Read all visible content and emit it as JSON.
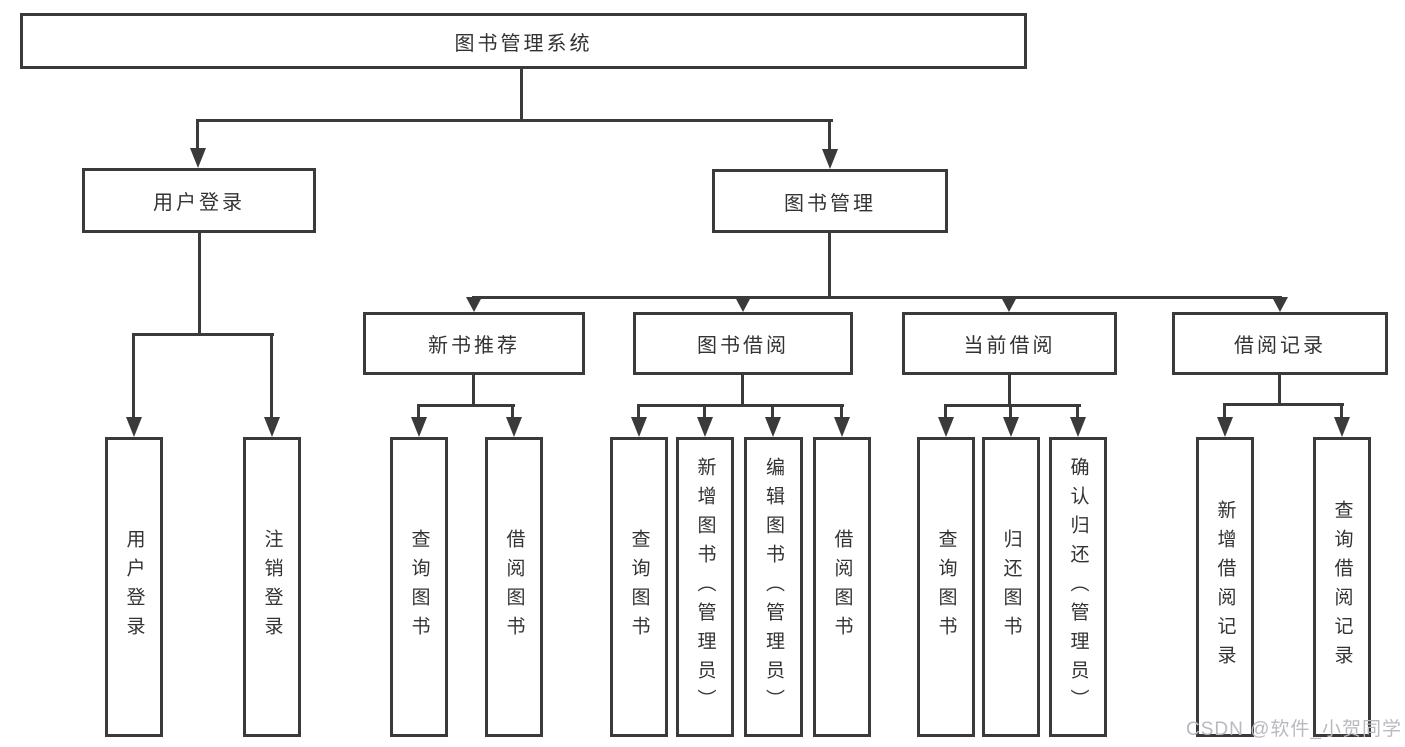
{
  "tree": {
    "label": "图书管理系统",
    "children": [
      {
        "label": "用户登录",
        "children": [
          {
            "label": "用户登录"
          },
          {
            "label": "注销登录"
          }
        ]
      },
      {
        "label": "图书管理",
        "children": [
          {
            "label": "新书推荐",
            "children": [
              {
                "label": "查询图书"
              },
              {
                "label": "借阅图书"
              }
            ]
          },
          {
            "label": "图书借阅",
            "children": [
              {
                "label": "查询图书"
              },
              {
                "label": "新增图书（管理员）"
              },
              {
                "label": "编辑图书（管理员）"
              },
              {
                "label": "借阅图书"
              }
            ]
          },
          {
            "label": "当前借阅",
            "children": [
              {
                "label": "查询图书"
              },
              {
                "label": "归还图书"
              },
              {
                "label": "确认归还（管理员）"
              }
            ]
          },
          {
            "label": "借阅记录",
            "children": [
              {
                "label": "新增借阅记录"
              },
              {
                "label": "查询借阅记录"
              }
            ]
          }
        ]
      }
    ]
  },
  "watermark": {
    "text": "CSDN @软件_小贺同学"
  },
  "colors": {
    "line": "#3a3a3a",
    "text": "#333333",
    "watermark": "#b9bac0",
    "background": "#ffffff"
  }
}
